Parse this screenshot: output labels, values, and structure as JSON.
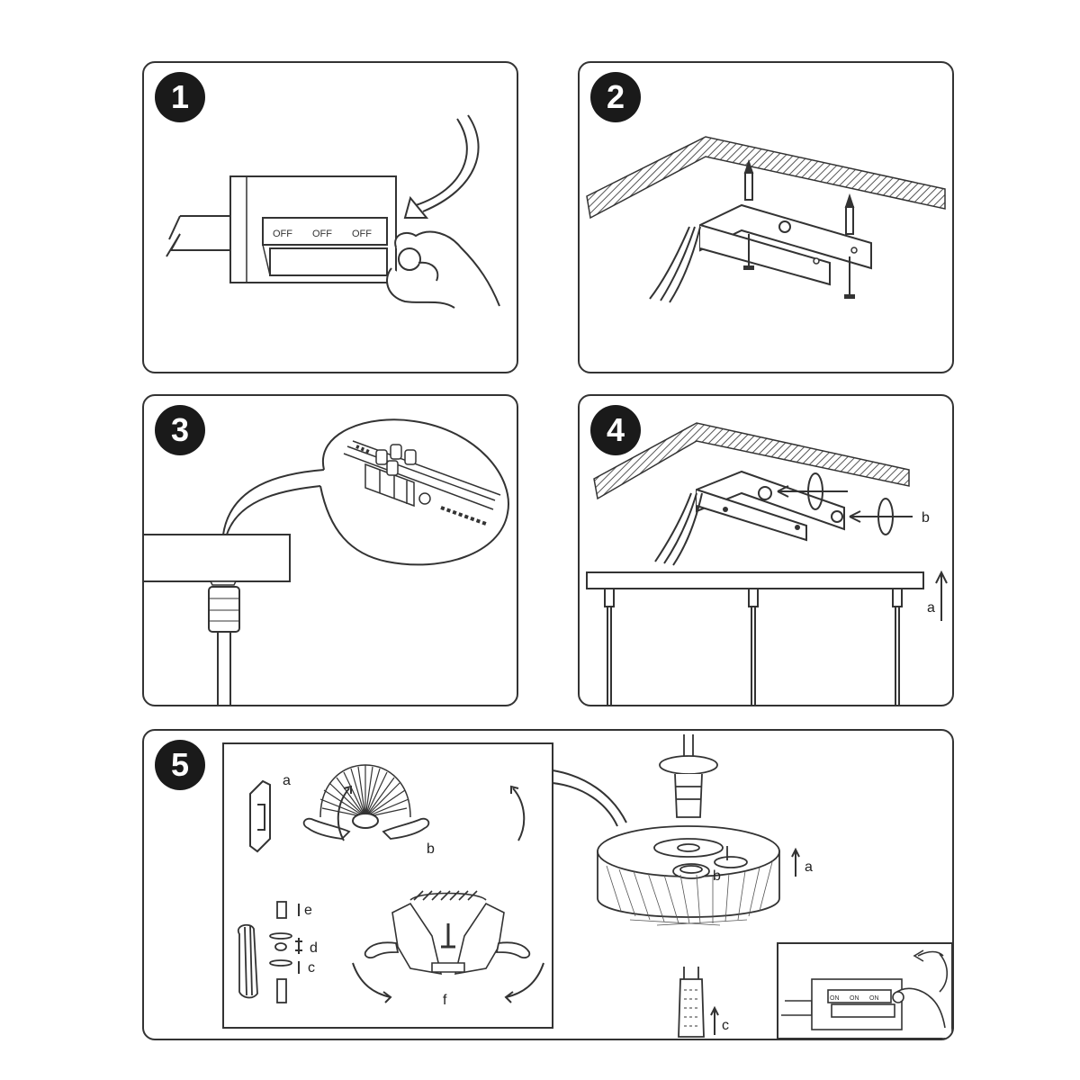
{
  "steps": [
    {
      "number": "1",
      "switch_labels": [
        "OFF",
        "OFF",
        "OFF"
      ]
    },
    {
      "number": "2"
    },
    {
      "number": "3"
    },
    {
      "number": "4",
      "labels": {
        "a": "a",
        "b": "b"
      }
    },
    {
      "number": "5",
      "detail_labels": {
        "a": "a",
        "b": "b",
        "c": "c",
        "d": "d",
        "e": "e",
        "f": "f"
      },
      "main_labels": {
        "a": "a",
        "b": "b",
        "c": "c"
      },
      "switch_labels": [
        "ON",
        "ON",
        "ON"
      ]
    }
  ],
  "colors": {
    "line": "#333333",
    "fill": "#ffffff",
    "badge": "#1a1a1a",
    "hatch": "#555555"
  }
}
